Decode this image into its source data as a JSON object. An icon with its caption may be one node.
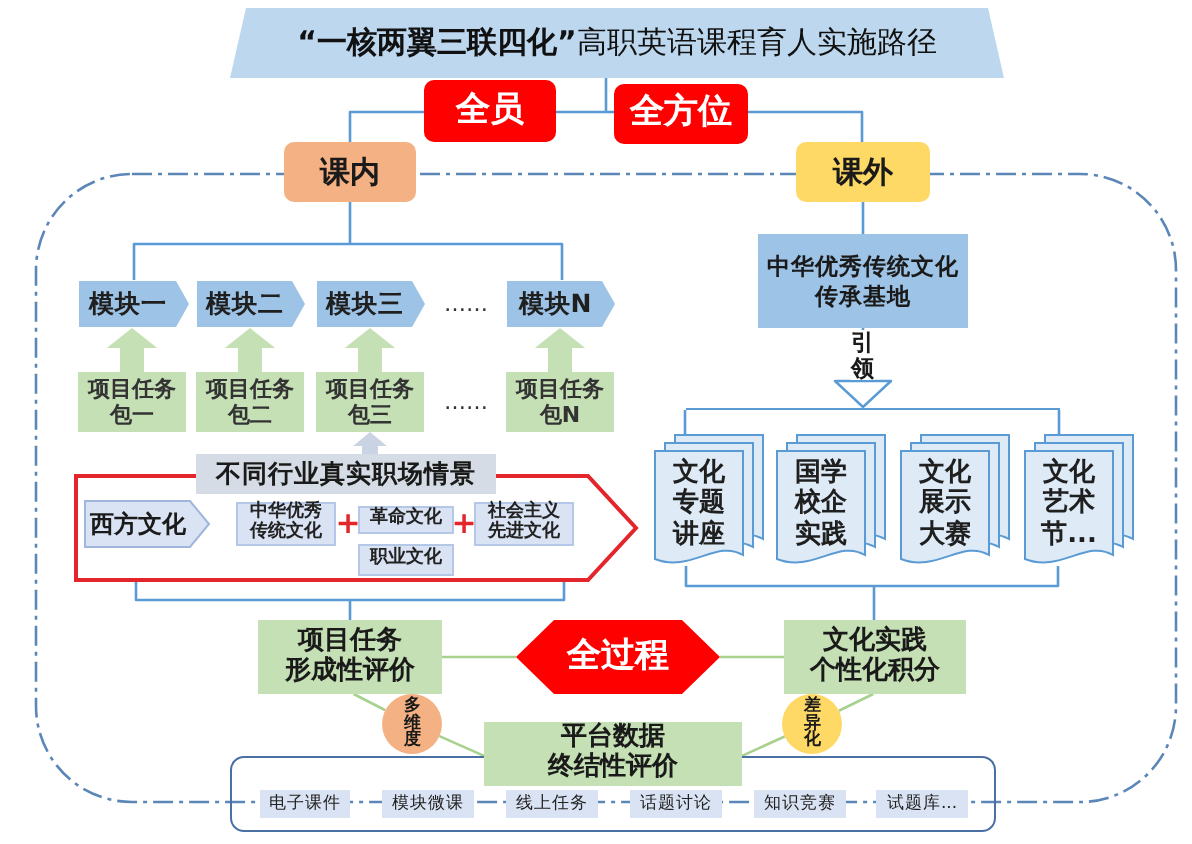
{
  "diagram": {
    "nodes": [
      {
        "text": [
          "**“一核两翼三联四化”**高职英语课程育人实施路径"
        ]
      },
      {
        "text": [
          "全员"
        ]
      },
      {
        "text": [
          "全方位"
        ]
      },
      {
        "text": [
          "课内"
        ]
      },
      {
        "text": [
          "课外"
        ]
      },
      {
        "text": [
          "中华优秀传统文化传承基地"
        ]
      },
      {
        "text": [
          "模块一"
        ]
      },
      {
        "text": [
          "模块二"
        ]
      },
      {
        "text": [
          "模块三"
        ]
      },
      {
        "text": [
          "模块N"
        ]
      },
      {
        "text": [
          "项目任务包一"
        ]
      },
      {
        "text": [
          "项目任务包二"
        ]
      },
      {
        "text": [
          "项目任务包三"
        ]
      },
      {
        "text": [
          "项目任务包N"
        ]
      },
      {
        "text": [
          "文化专题讲座"
        ]
      },
      {
        "text": [
          "国学校企实践"
        ]
      },
      {
        "text": [
          "文化展示大赛"
        ]
      },
      {
        "text": [
          "文化艺术节..."
        ]
      },
      {
        "text": [
          "不同行业真实职场情景"
        ]
      },
      {
        "text": [],
        "shape": "arrow"
      },
      {
        "text": [
          "西方文化"
        ],
        "in": 19
      },
      {
        "text": [
          "中华优秀传统文化"
        ],
        "in": 19
      },
      {
        "text": [
          "革命文化"
        ],
        "in": 19
      },
      {
        "text": [
          "社会主义先进文化"
        ],
        "in": 19
      },
      {
        "text": [
          "职业文化"
        ],
        "in": 19
      },
      {
        "text": [
          "项目任务形成性评价"
        ]
      },
      {
        "text": [
          "全过程"
        ]
      },
      {
        "text": [
          "文化实践个性化积分"
        ]
      },
      {
        "text": [
          "多维度"
        ]
      },
      {
        "text": [
          "差异化"
        ]
      },
      {
        "text": [
          "平台数据终结性评价"
        ]
      },
      {
        "text": [],
        "shape": "box"
      },
      {
        "text": [
          "电子课件"
        ],
        "in": 31
      },
      {
        "text": [
          "模块微课"
        ],
        "in": 31
      },
      {
        "text": [
          "线上任务"
        ],
        "in": 31
      },
      {
        "text": [
          "话题讨论"
        ],
        "in": 31
      },
      {
        "text": [
          "知识竞赛"
        ],
        "in": 31
      },
      {
        "text": [
          "试题库..."
        ],
        "in": 31
      },
      {
        "text": [],
        "shape": "bar"
      }
    ],
    "edges": [
      {
        "from": 0,
        "to": 1,
        "arrow": "none"
      },
      {
        "from": 1,
        "to": 3,
        "arrow": "none"
      },
      {
        "from": 0,
        "to": 2,
        "arrow": "none"
      },
      {
        "from": 2,
        "to": 4,
        "arrow": "none"
      },
      {
        "from": 3,
        "to": 6,
        "arrow": "none"
      },
      {
        "from": 3,
        "to": 9,
        "arrow": "none"
      },
      {
        "from": 4,
        "to": 5,
        "arrow": "none"
      },
      {
        "from": 5,
        "to": 38,
        "arrow": "to",
        "label": "引领"
      },
      {
        "from": 10,
        "to": 6,
        "arrow": "to",
        "style": "thick",
        "color": "#c5e0b4"
      },
      {
        "from": 11,
        "to": 7,
        "arrow": "to",
        "style": "thick",
        "color": "#c5e0b4"
      },
      {
        "from": 12,
        "to": 8,
        "arrow": "to",
        "style": "thick",
        "color": "#c5e0b4"
      },
      {
        "from": 13,
        "to": 9,
        "arrow": "to",
        "style": "thick",
        "color": "#c5e0b4"
      },
      {
        "from": 18,
        "to": 12,
        "arrow": "to",
        "style": "thick",
        "color": "#c9d3e3"
      },
      {
        "from": 19,
        "to": 25,
        "arrow": "none"
      },
      {
        "from": 14,
        "to": 27,
        "arrow": "none"
      },
      {
        "from": 17,
        "to": 27,
        "arrow": "none"
      },
      {
        "from": 25,
        "to": 26,
        "arrow": "none",
        "color": "#a9d18e"
      },
      {
        "from": 26,
        "to": 27,
        "arrow": "none",
        "color": "#a9d18e"
      },
      {
        "from": 25,
        "to": 28,
        "arrow": "none",
        "color": "#a9d18e"
      },
      {
        "from": 28,
        "to": 30,
        "arrow": "none",
        "color": "#a9d18e"
      },
      {
        "from": 27,
        "to": 29,
        "arrow": "none",
        "color": "#a9d18e"
      },
      {
        "from": 29,
        "to": 30,
        "arrow": "none",
        "color": "#a9d18e"
      },
      {
        "from": 38,
        "to": 14,
        "arrow": "none"
      },
      {
        "from": 38,
        "to": 17,
        "arrow": "none"
      }
    ],
    "labels": [
      "……",
      "……",
      "+",
      "+"
    ]
  }
}
